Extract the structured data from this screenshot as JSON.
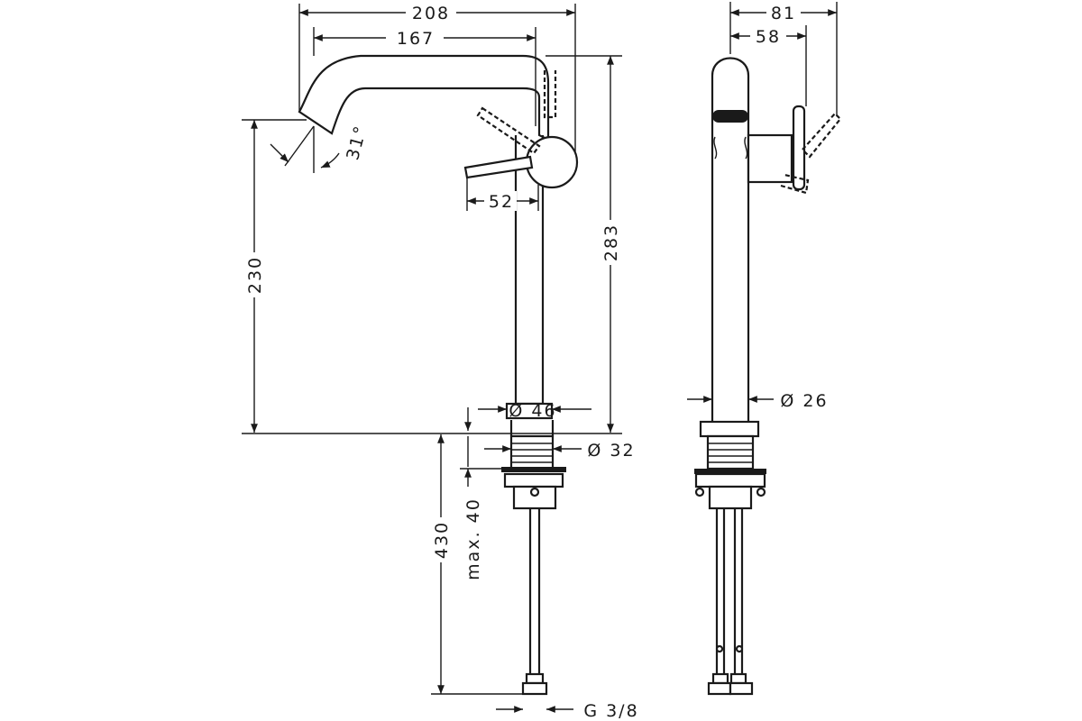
{
  "dimensions": {
    "width_208": "208",
    "width_167": "167",
    "angle_31": "31°",
    "lever_52": "52",
    "height_230": "230",
    "height_283": "283",
    "dia_46": "Ø 46",
    "dia_32": "Ø 32",
    "max_40": "max. 40",
    "hose_430": "430",
    "thread_g38": "G 3/8",
    "side_81": "81",
    "side_58": "58",
    "dia_26": "Ø 26"
  }
}
